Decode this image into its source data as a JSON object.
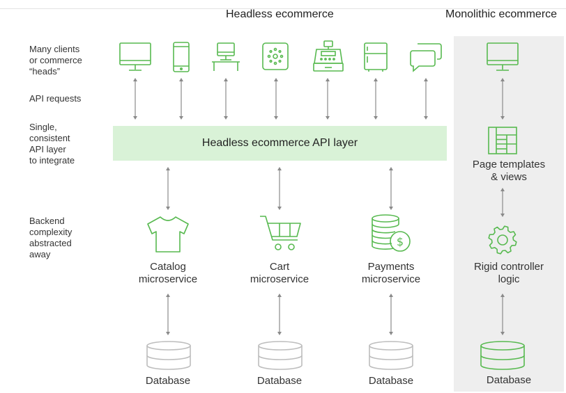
{
  "titles": {
    "headless": "Headless ecommerce",
    "monolithic": "Monolithic ecommerce"
  },
  "side_labels": {
    "clients": "Many clients\nor commerce\n“heads”",
    "api_requests": "API requests",
    "api_layer": "Single,\nconsistent\nAPI layer\nto integrate",
    "backend": "Backend\ncomplexity\nabstracted\naway"
  },
  "api_layer_label": "Headless ecommerce API layer",
  "clients": [
    "desktop-icon",
    "smartphone-icon",
    "point-of-sale-desk-icon",
    "smart-speaker-icon",
    "cash-register-icon",
    "refrigerator-icon",
    "chat-bubbles-icon"
  ],
  "microservices": [
    {
      "icon": "t-shirt-icon",
      "label": "Catalog\nmicroservice",
      "db_label": "Database"
    },
    {
      "icon": "shopping-cart-icon",
      "label": "Cart\nmicroservice",
      "db_label": "Database"
    },
    {
      "icon": "coins-icon",
      "label": "Payments\nmicroservice",
      "db_label": "Database"
    }
  ],
  "monolithic": {
    "client_icon": "desktop-icon",
    "page_templates": "Page templates\n& views",
    "controller": "Rigid controller\nlogic",
    "database": "Database"
  },
  "colors": {
    "green": "#57b94f",
    "gray_icon": "#bdbdbd",
    "arrow": "#8a8a8a",
    "api_layer_fill": "#d9f2d7",
    "mono_panel": "#eeeeee"
  }
}
